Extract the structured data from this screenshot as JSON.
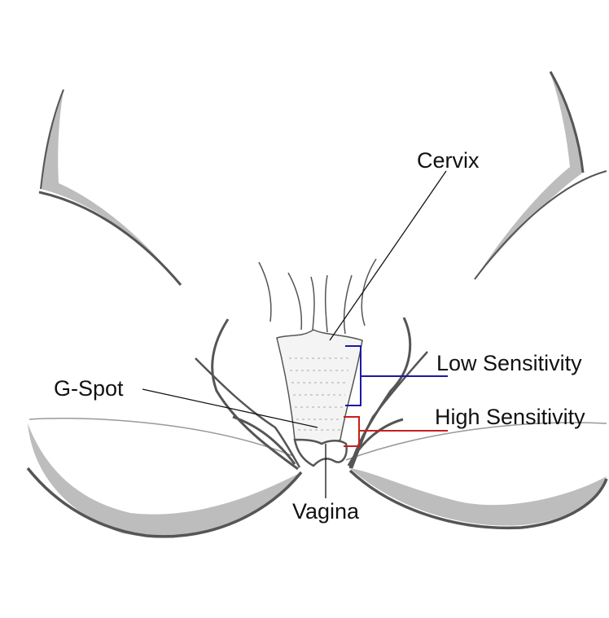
{
  "labels": {
    "cervix": "Cervix",
    "low_sensitivity": "Low Sensitivity",
    "g_spot": "G-Spot",
    "high_sensitivity": "High Sensitivity",
    "vagina": "Vagina"
  },
  "colors": {
    "sketch_stroke": "#555555",
    "sketch_shade": "#bdbdbd",
    "leader_line": "#111111",
    "low_bracket": "#1a1aa6",
    "high_bracket": "#c81e1e"
  }
}
